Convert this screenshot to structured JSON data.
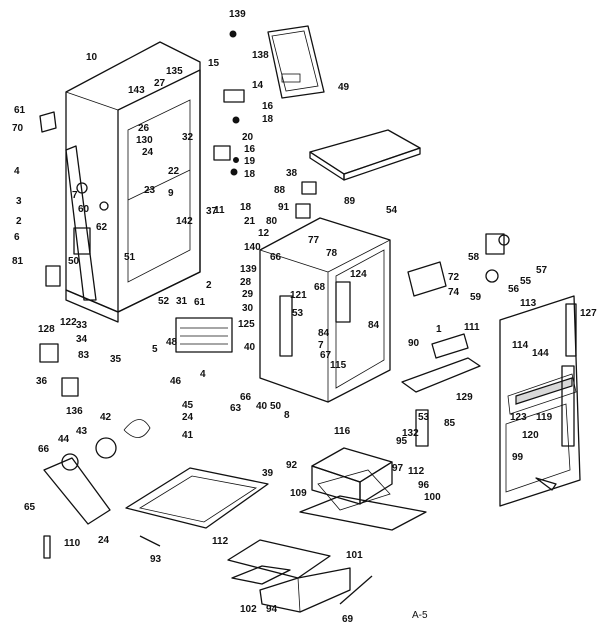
{
  "diagram": {
    "reference": "A-5",
    "callouts": [
      "139",
      "138",
      "49",
      "10",
      "15",
      "14",
      "16",
      "18",
      "143",
      "135",
      "27",
      "61",
      "70",
      "26",
      "32",
      "130",
      "24",
      "22",
      "20",
      "16",
      "19",
      "18",
      "23",
      "38",
      "4",
      "3",
      "7",
      "60",
      "9",
      "37",
      "142",
      "11",
      "18",
      "21",
      "80",
      "12",
      "140",
      "88",
      "91",
      "89",
      "54",
      "2",
      "62",
      "6",
      "50",
      "81",
      "51",
      "66",
      "77",
      "78",
      "57",
      "58",
      "55",
      "56",
      "59",
      "72",
      "74",
      "139",
      "28",
      "2",
      "29",
      "30",
      "33",
      "34",
      "31",
      "61",
      "52",
      "48",
      "4",
      "35",
      "5",
      "122",
      "121",
      "68",
      "124",
      "125",
      "53",
      "84",
      "40",
      "7",
      "67",
      "84",
      "1",
      "111",
      "113",
      "127",
      "128",
      "36",
      "83",
      "66",
      "63",
      "40",
      "50",
      "8",
      "115",
      "114",
      "144",
      "90",
      "129",
      "136",
      "46",
      "45",
      "24",
      "41",
      "42",
      "43",
      "44",
      "66",
      "53",
      "85",
      "132",
      "116",
      "123",
      "119",
      "120",
      "99",
      "92",
      "95",
      "112",
      "97",
      "96",
      "100",
      "109",
      "39",
      "24",
      "65",
      "110",
      "93",
      "112",
      "101",
      "94",
      "102",
      "69"
    ]
  }
}
